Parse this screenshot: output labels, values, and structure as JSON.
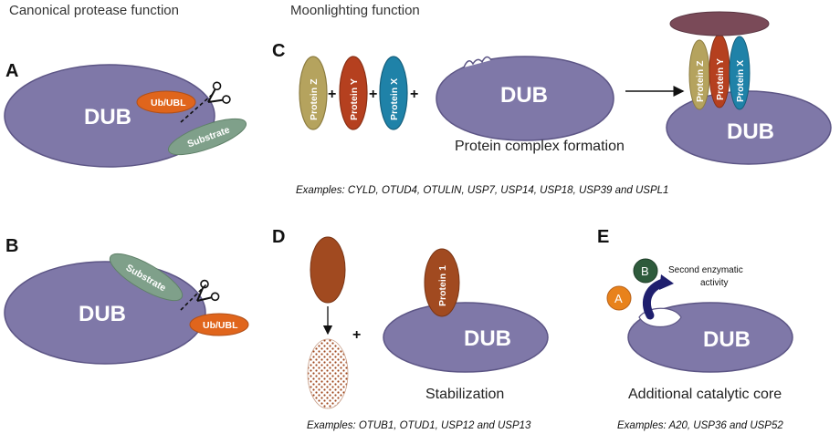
{
  "headers": {
    "canonical": "Canonical protease function",
    "moonlighting": "Moonlighting function"
  },
  "panels": {
    "a": {
      "letter": "A",
      "dub": "DUB",
      "ub": "Ub/UBL",
      "substrate": "Substrate"
    },
    "b": {
      "letter": "B",
      "dub": "DUB",
      "ub": "Ub/UBL",
      "substrate": "Substrate"
    },
    "c": {
      "letter": "C",
      "protein_z": "Protein Z",
      "protein_y": "Protein Y",
      "protein_x": "Protein X",
      "plus": "+",
      "dub": "DUB",
      "caption": "Protein complex formation",
      "complex_z": "Protein Z",
      "complex_y": "Protein Y",
      "complex_x": "Protein X",
      "complex_dub": "DUB",
      "examples": "Examples: CYLD, OTUD4, OTULIN, USP7, USP14, USP18, USP39 and USPL1"
    },
    "d": {
      "letter": "D",
      "plus": "+",
      "protein_1": "Protein 1",
      "dub": "DUB",
      "caption": "Stabilization",
      "examples": "Examples: OTUB1, OTUD1, USP12 and USP13"
    },
    "e": {
      "letter": "E",
      "b": "B",
      "a": "A",
      "note_line1": "Second enzymatic",
      "note_line2": "activity",
      "dub": "DUB",
      "caption": "Additional catalytic core",
      "examples": "Examples: A20, USP36 and USP52"
    }
  },
  "colors": {
    "dub": "#7f78a8",
    "dub_stroke": "#5c5585",
    "ub": "#e0651c",
    "substrate": "#7fa08a",
    "protein_z": "#b5a35e",
    "protein_y": "#b5401f",
    "protein_x": "#1f82a8",
    "cap": "#7a4a58",
    "protein_1": "#a14a20",
    "node_b": "#2e5b3c",
    "node_a": "#e8821c",
    "arrow_e": "#1f1f6e"
  }
}
